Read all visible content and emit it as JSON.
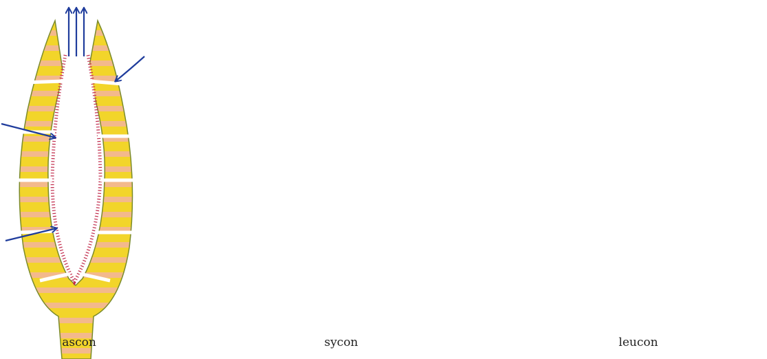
{
  "labels": {
    "ascon": "ascon",
    "sycon": "sycon",
    "leucon": "leucon"
  },
  "colors": {
    "body_fill": "#f2d52a",
    "body_stripe": "#f3b98c",
    "outline": "#7a8a2a",
    "choanocyte": "#c0294a",
    "arrow": "#1f3c9c",
    "background": "#ffffff"
  }
}
